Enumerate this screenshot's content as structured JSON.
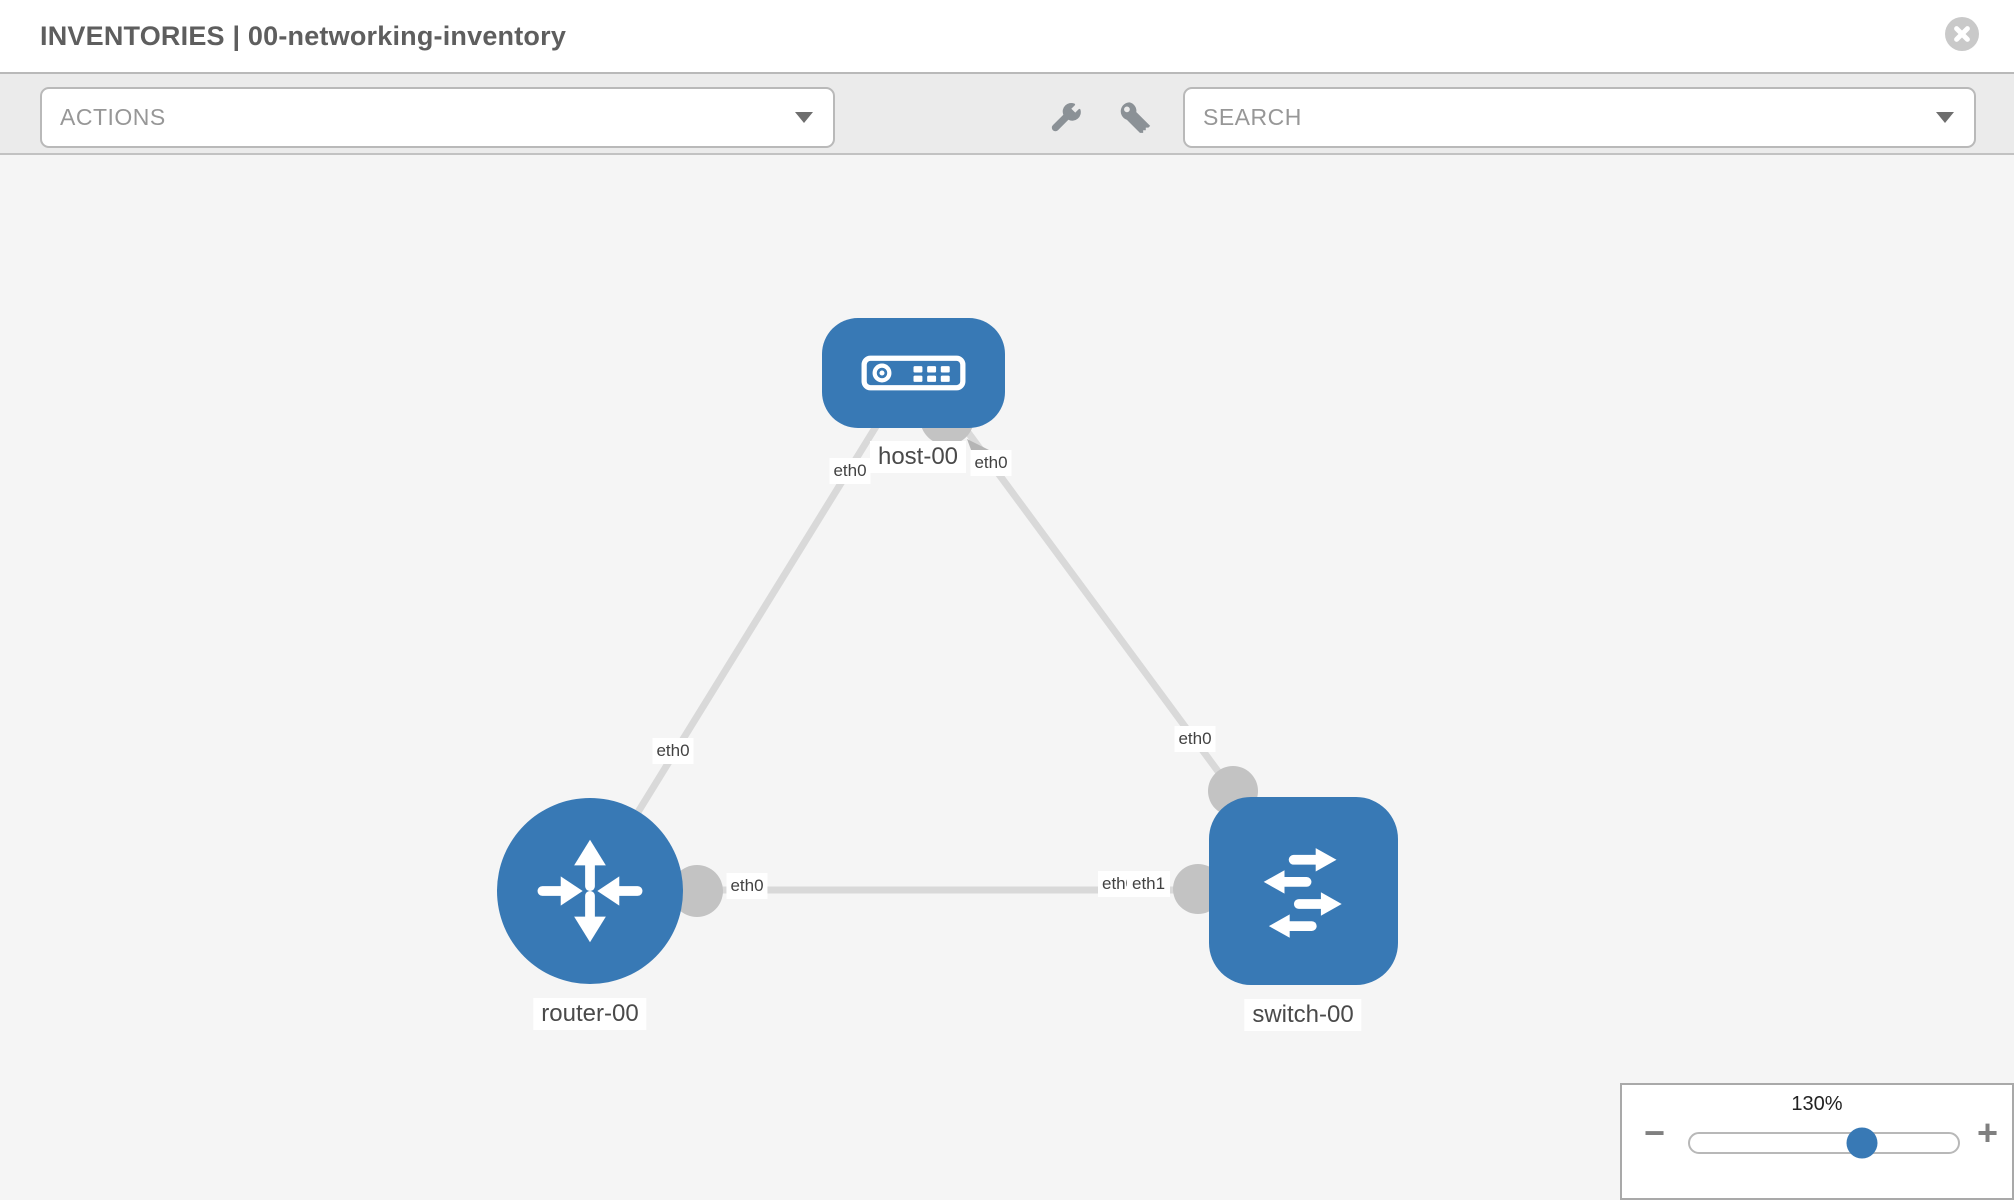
{
  "header": {
    "title": "INVENTORIES | 00-networking-inventory"
  },
  "toolbar": {
    "actions": {
      "label": "ACTIONS"
    },
    "search": {
      "label": "SEARCH"
    },
    "icons": [
      "wrench-icon",
      "key-icon"
    ]
  },
  "graph": {
    "nodes": [
      {
        "name": "host-00",
        "type": "host",
        "icon": "host-icon"
      },
      {
        "name": "router-00",
        "type": "router",
        "icon": "router-icon"
      },
      {
        "name": "switch-00",
        "type": "switch",
        "icon": "switch-icon"
      }
    ],
    "links": [
      {
        "from": "host-00",
        "from_interface": "eth0",
        "to": "router-00",
        "to_interface": "eth0"
      },
      {
        "from": "host-00",
        "from_interface": "eth0",
        "to": "switch-00",
        "to_interface": "eth0"
      },
      {
        "from": "router-00",
        "from_interface": "eth0",
        "to": "switch-00",
        "to_interface": "eth1",
        "to_interface_overlapped": "eth0"
      }
    ]
  },
  "zoom": {
    "level": "130%",
    "minus": "−",
    "plus": "+"
  },
  "colors": {
    "node_blue": "#3879b5",
    "link_gray": "#d9d9d9",
    "interface_dot_gray": "#c3c3c3",
    "toolbar_bg": "#ebebeb",
    "canvas_bg": "#f5f5f5"
  }
}
